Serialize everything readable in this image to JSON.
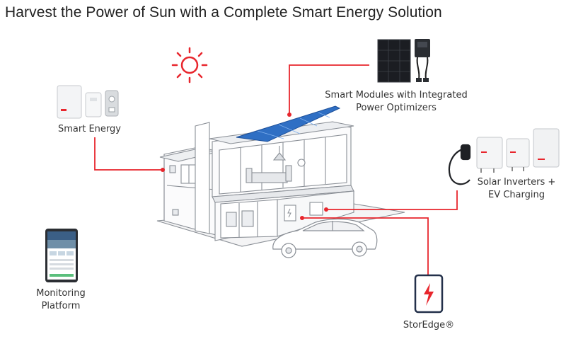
{
  "title": "Harvest the Power of Sun with a Complete Smart Energy Solution",
  "colors": {
    "accent": "#e8262d",
    "outline": "#8a8f96",
    "panel": "#2f6fc4"
  },
  "components": {
    "smart_energy": {
      "label": "Smart Energy",
      "icon": "smart-energy-devices"
    },
    "smart_modules": {
      "label_line1": "Smart Modules with Integrated",
      "label_line2": "Power Optimizers",
      "icon": "solar-module"
    },
    "inverters": {
      "label_line1": "Solar Inverters +",
      "label_line2": "EV Charging",
      "icon": "inverter"
    },
    "monitoring": {
      "label_line1": "Monitoring",
      "label_line2": "Platform",
      "icon": "tablet"
    },
    "storedge": {
      "label": "StorEdge®",
      "icon": "battery"
    }
  }
}
